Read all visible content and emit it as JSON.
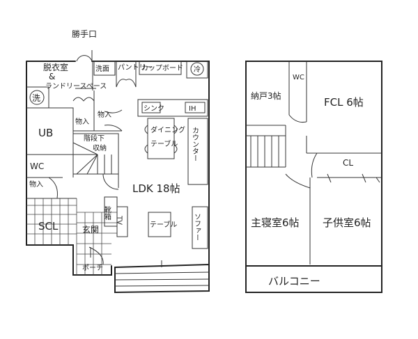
{
  "first_floor": {
    "back_door": "勝手口",
    "dressing_room": "脱衣室",
    "ampersand": "&",
    "laundry_space": "ランドリースペース",
    "washbasin": "洗面",
    "pantry": "パントリー",
    "cupboard": "カップボード",
    "fridge": "冷",
    "washer": "洗",
    "storage_1": "物入",
    "storage_2": "物入",
    "bath": "UB",
    "under_stairs_1": "階段下",
    "under_stairs_2": "収納",
    "sink": "シンク",
    "ih": "IH",
    "dining_1": "ダイニング",
    "dining_2": "テーブル",
    "counter": "カウンター",
    "wc": "WC",
    "storage_3": "物入",
    "ldk": "LDK 18帖",
    "shoe_box": "靴箱",
    "tv": "TV",
    "scl": "SCL",
    "entrance": "玄関",
    "porch": "ポーチ",
    "table": "テーブル",
    "sofa": "ソファー"
  },
  "second_floor": {
    "closet_room": "納戸3帖",
    "wc": "WC",
    "fcl": "FCL 6帖",
    "cl": "CL",
    "master_bedroom": "主寝室6帖",
    "kids_room": "子供室6帖",
    "balcony": "バルコニー"
  }
}
